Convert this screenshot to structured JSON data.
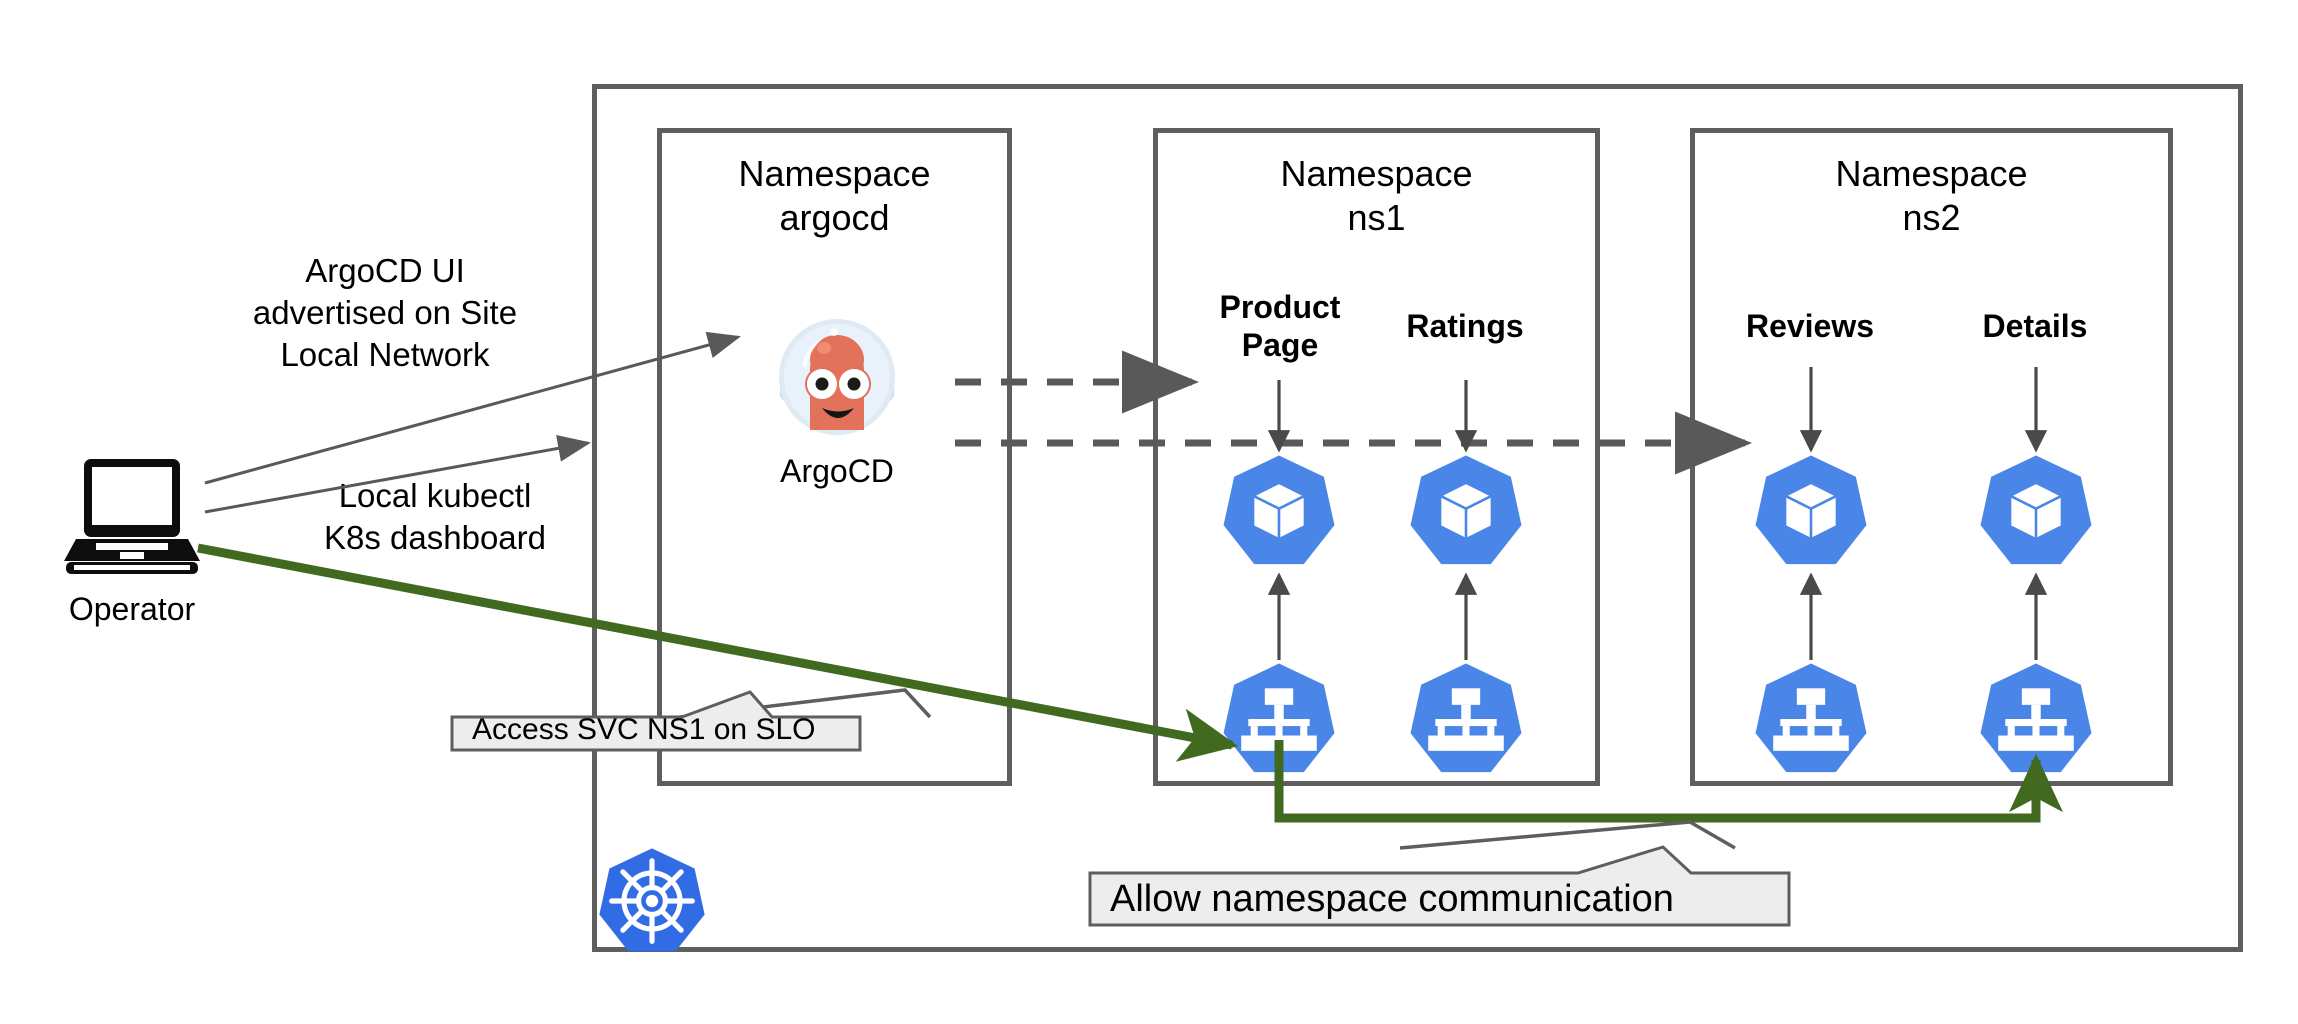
{
  "diagram": {
    "title": "Kubernetes multi-namespace ArgoCD architecture",
    "colors": {
      "box_stroke": "#5e5e5e",
      "k8s_blue": "#326ce5",
      "icon_blue": "#4a86e8",
      "green_flow": "#41691f",
      "gray_arrow": "#595959",
      "callout_fill": "#ededed"
    },
    "cluster": {
      "name": "kubernetes-cluster",
      "logo_label": "kubernetes-logo"
    },
    "operator": {
      "label": "Operator",
      "icon": "laptop-icon"
    },
    "annotations": {
      "argocd_ui": "ArgoCD UI\nadvertised on Site\nLocal Network",
      "local_kubectl": "Local kubectl\nK8s dashboard"
    },
    "callouts": [
      {
        "id": "access-svc",
        "text": "Access SVC NS1 on SLO"
      },
      {
        "id": "allow-ns-comm",
        "text": "Allow namespace communication"
      }
    ],
    "namespaces": [
      {
        "id": "argocd",
        "title": "Namespace\nargocd",
        "workloads": [
          {
            "label": "ArgoCD",
            "icon": "argocd-astronaut-icon",
            "kind": "app"
          }
        ]
      },
      {
        "id": "ns1",
        "title": "Namespace\nns1",
        "workloads": [
          {
            "label": "Product\nPage",
            "pod_icon": "k8s-pod-icon",
            "service_icon": "k8s-service-icon"
          },
          {
            "label": "Ratings",
            "pod_icon": "k8s-pod-icon",
            "service_icon": "k8s-service-icon"
          }
        ]
      },
      {
        "id": "ns2",
        "title": "Namespace\nns2",
        "workloads": [
          {
            "label": "Reviews",
            "pod_icon": "k8s-pod-icon",
            "service_icon": "k8s-service-icon"
          },
          {
            "label": "Details",
            "pod_icon": "k8s-pod-icon",
            "service_icon": "k8s-service-icon"
          }
        ]
      }
    ]
  }
}
